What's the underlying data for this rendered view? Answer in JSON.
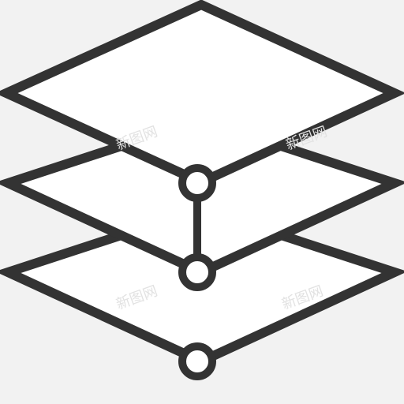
{
  "icon": {
    "name": "layered-stack-icon",
    "layer_count": 3,
    "node_count": 3,
    "fill_color": "#ffffff",
    "stroke_color": "#333333",
    "background_color": "#f2f2f2"
  },
  "watermark": {
    "text": "新图网",
    "color": "#e2e2e2"
  }
}
